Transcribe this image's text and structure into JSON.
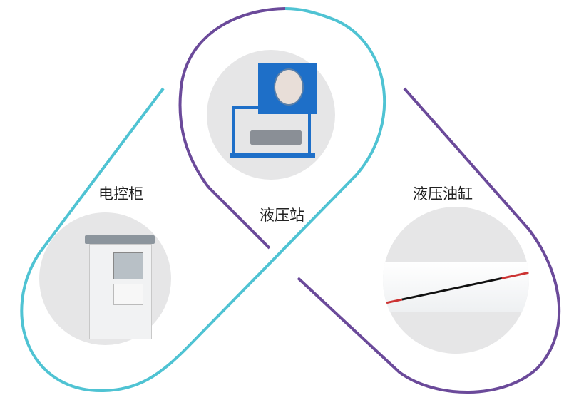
{
  "items": [
    {
      "label": "电控柜"
    },
    {
      "label": "液压站"
    },
    {
      "label": "液压油缸"
    }
  ],
  "colors": {
    "cyan": "#4fc3d3",
    "purple": "#6b4a9a",
    "circle": "#e6e6e7"
  }
}
